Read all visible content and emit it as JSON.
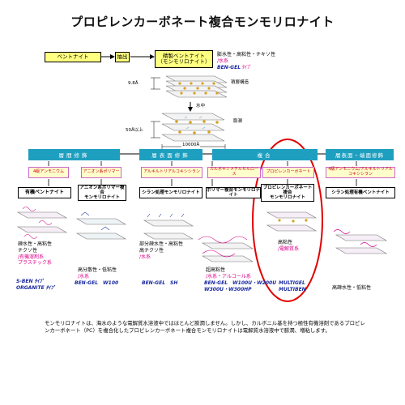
{
  "title": "プロピレンカーボネート複合モンモリロナイト",
  "top": {
    "bentonite": "ベントナイト",
    "extract": "抽出",
    "refined_l1": "精製ベントナイト",
    "refined_l2": "（モンモリロナイト）",
    "props": "膨水性・高粘性・チキソ性",
    "aq": "/水系",
    "bengel": "BEN-GEL",
    "bengel_type": "ﾀｲﾌﾟ",
    "stack": "積層構造",
    "spacing1": "9.8Å",
    "water": "水中",
    "swelling": "膨潤",
    "spacing2": "50Å以上",
    "width": "10000Å"
  },
  "categories": {
    "interlayer": "層間修飾",
    "surface": "層表面修飾",
    "composite": "複合",
    "surface_edge": "層表面・端面修飾"
  },
  "agents": {
    "a1": "4級アンモニウム",
    "a2": "アニオン系ポリマー",
    "a3": "アルキルトリアルコキシシラン",
    "a4": "カルボキシメチルセルロース",
    "a5": "プロピレンカーボネート",
    "a6": "4級アンモニウム/アルキルトリアルコキシシラン"
  },
  "products": {
    "p1": "有機ベントナイト",
    "p2_l1": "アニオン系ポリマー複合",
    "p2_l2": "モンモリロナイト",
    "p3": "シラン処理モンモリロナイト",
    "p4": "ポリマー複合モンモリロナイト",
    "p5_l1": "プロピレンカーボネート複合",
    "p5_l2": "モンモリロナイト",
    "p6": "シラン処理有機ベントナイト"
  },
  "results": {
    "r1_props": "疎水性・高粘性",
    "r1_thixo": "チクソ性",
    "r1_sys1": "/有機溶剤系",
    "r1_sys2": "プラスチック系",
    "r1_prod1": "S-BEN",
    "r1_prod1_type": "ﾀｲﾌﾟ",
    "r1_prod2": "ORGANITE",
    "r1_prod2_type": "ﾀｲﾌﾟ",
    "r2_props": "高分散性・低粘性",
    "r2_sys": "/水系",
    "r2_prod": "BEN-GEL　W100",
    "r3_props": "部分疎水性・高粘性",
    "r3_thixo": "高チクソ性",
    "r3_sys": "/水系",
    "r3_prod": "BEN-GEL　SH",
    "r4_props": "超高粘性",
    "r4_sys": "/水系・アルコール系",
    "r4_prod1": "BEN-GEL　W100U・W200U",
    "r4_prod2": "W300U・W300HP",
    "r5_props": "高粘性",
    "r5_sys": "/電解質系",
    "r5_prod1": "MULTIGEL",
    "r5_prod2": "MULTIBEN",
    "r6_props": "高疎水性・低粘性"
  },
  "description": "モンモリロナイトは、海水のような電解質水溶液中ではほとんど膨潤しません。しかし、カルボニル基を持つ極性有機溶剤であるプロピレンカーボネート（PC）を複合化したプロピレンカーボネート複合モンモリロナイトは電解質水溶液中で膨潤、増粘します。",
  "colors": {
    "category_box": "#1e9fc0",
    "yellow_box": "#ffff80",
    "magenta_text": "#e0008a",
    "product_text": "#1a2aa0",
    "highlight_ellipse": "#e00000"
  }
}
